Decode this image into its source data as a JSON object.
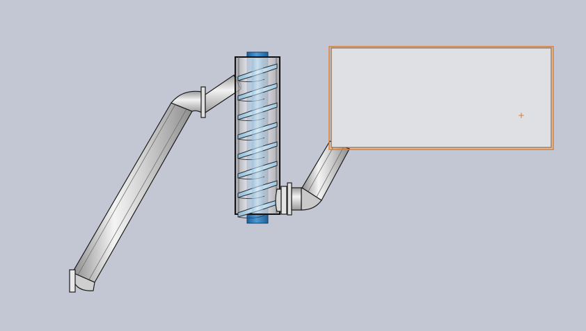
{
  "viewport": {
    "name": "cad-graphics-area",
    "background": "#c3c7d3"
  },
  "colors": {
    "pipe_outline": "#1a1a1a",
    "pipe_light": "#f2f2f2",
    "pipe_mid": "#c4c4c4",
    "pipe_dark": "#8d8d8d",
    "housing_fill": "#d6d6da",
    "screw_blue_light": "#d4e7f3",
    "screw_blue": "#9cc6e2",
    "shaft_blue": "#2f7ec0",
    "box_fill": "#dfe0e4",
    "selection_orange": "#e07a22"
  },
  "model": {
    "components": [
      {
        "id": "inlet-hopper-box",
        "icon": "box-icon",
        "selected": true
      },
      {
        "id": "screw-conveyor-housing",
        "icon": "cylinder-icon"
      },
      {
        "id": "screw-flight",
        "icon": "helix-icon"
      },
      {
        "id": "drive-shaft",
        "icon": "shaft-icon"
      },
      {
        "id": "outlet-pipe-upper",
        "icon": "pipe-icon"
      },
      {
        "id": "inlet-pipe-lower",
        "icon": "pipe-icon"
      }
    ],
    "origin_marker": "+"
  }
}
